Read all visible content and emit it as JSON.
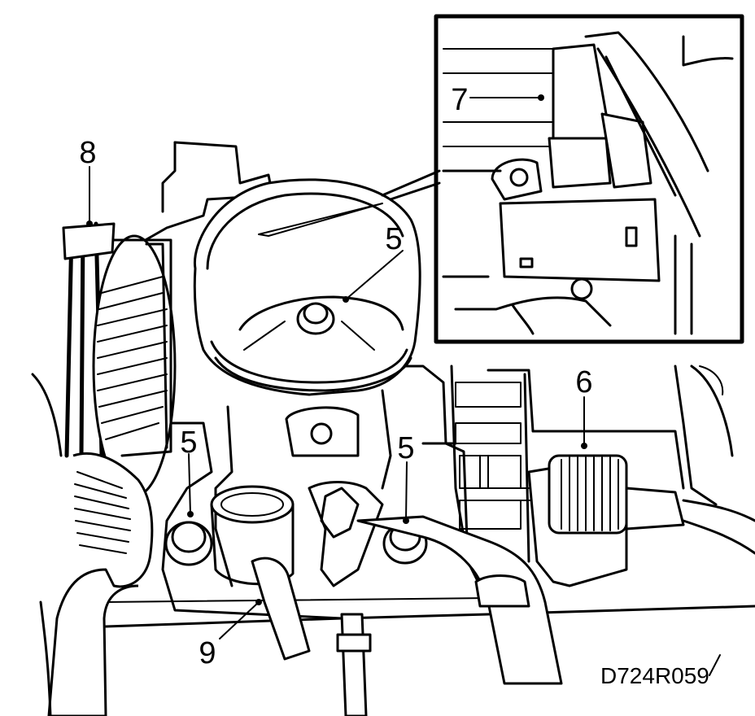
{
  "figure": {
    "callouts": {
      "c5_top": "5",
      "c5_left": "5",
      "c5_right": "5",
      "c6": "6",
      "c7": "7",
      "c8": "8",
      "c9": "9"
    },
    "figure_code": "D724R059"
  }
}
